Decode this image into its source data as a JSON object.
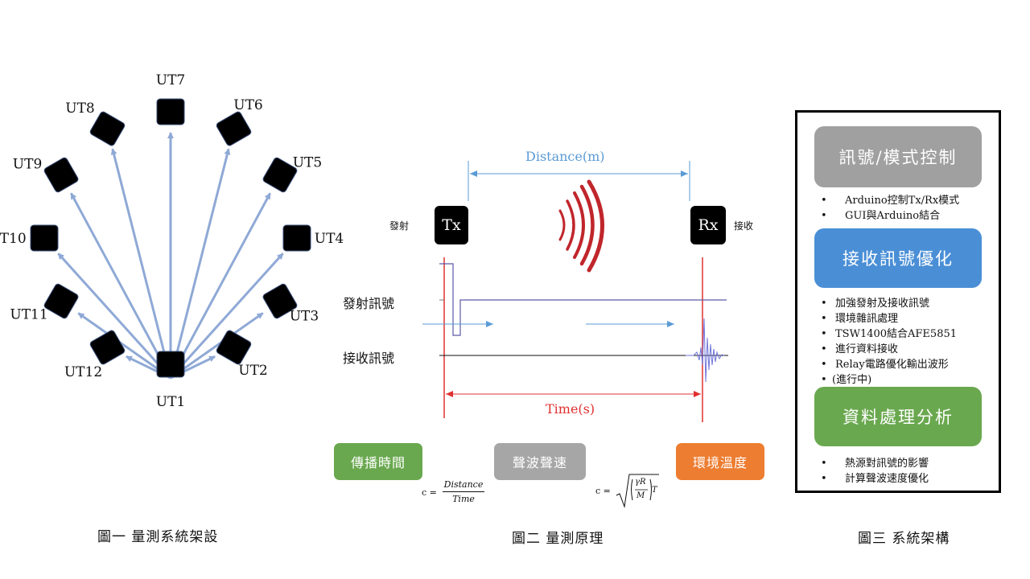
{
  "figure1": {
    "caption": "圖一 量測系統架設",
    "sensors": [
      "UT1",
      "UT2",
      "UT3",
      "UT4",
      "UT5",
      "UT6",
      "UT7",
      "UT8",
      "UT9",
      "UT10",
      "UT11",
      "UT12"
    ],
    "colors": {
      "sensor": "#000000",
      "sensor_border": "#3a4f7a",
      "arrow": "#8fa9d6"
    }
  },
  "figure2": {
    "caption": "圖二 量測原理",
    "distance_label": "Distance(m)",
    "time_label": "Time(s)",
    "tx_label": "Tx",
    "rx_label": "Rx",
    "tx_side_label": "發射",
    "rx_side_label": "接收",
    "tx_signal_label": "發射訊號",
    "rx_signal_label": "接收訊號",
    "flow": {
      "propagation_time": "傳播時間",
      "sound_speed": "聲波聲速",
      "env_temperature": "環境溫度"
    },
    "formula1": {
      "lhs": "c =",
      "numerator": "Distance",
      "denominator": "Time"
    },
    "formula2": {
      "lhs": "c =",
      "gamma_r": "γR",
      "m": "M",
      "t": "T"
    },
    "colors": {
      "distance": "#5b9bd5",
      "time": "#e03030",
      "green": "#6aa84f",
      "gray": "#a6a6a6",
      "orange": "#ed7d31",
      "wave": "#c0262b"
    }
  },
  "figure3": {
    "caption": "圖三 系統架構",
    "blocks": [
      {
        "title": "訊號/模式控制",
        "bullets": [
          "Arduino控制Tx/Rx模式",
          "GUI與Arduino結合"
        ]
      },
      {
        "title": "接收訊號優化",
        "bullets": [
          "加強發射及接收訊號",
          "環境雜訊處理",
          "TSW1400結合AFE5851",
          "Relay電路優化輸出波形"
        ],
        "continuations": [
          "進行資料接收",
          "(進行中)"
        ]
      },
      {
        "title": "資料處理分析",
        "bullets": [
          "熱源對訊號的影響",
          "計算聲波速度優化"
        ]
      }
    ],
    "colors": {
      "block1": "#a0a0a0",
      "block2": "#4a8fd6",
      "block3": "#6aa84f"
    }
  }
}
